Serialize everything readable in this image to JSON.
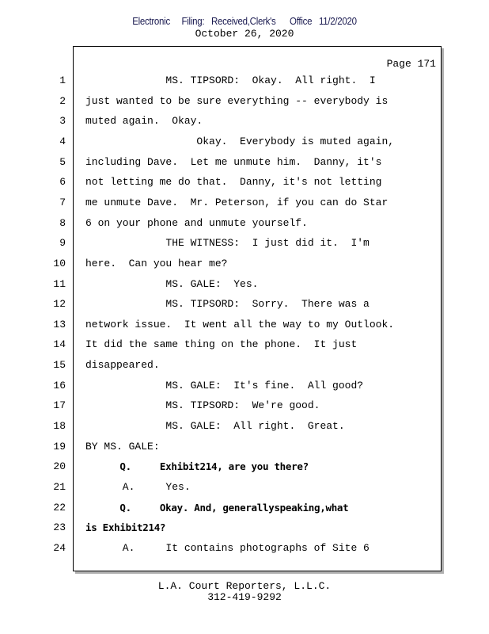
{
  "stamp": "Electronic     Filing:   Received,Clerk's      Office   11/2/2020",
  "date": "October 26, 2020",
  "page_label": "Page 171",
  "lines": [
    {
      "n": "1",
      "t": "             MS. TIPSORD:  Okay.  All right.  I",
      "b": false
    },
    {
      "n": "2",
      "t": "just wanted to be sure everything -- everybody is",
      "b": false
    },
    {
      "n": "3",
      "t": "muted again.  Okay.",
      "b": false
    },
    {
      "n": "4",
      "t": "                  Okay.  Everybody is muted again,",
      "b": false
    },
    {
      "n": "5",
      "t": "including Dave.  Let me unmute him.  Danny, it's",
      "b": false
    },
    {
      "n": "6",
      "t": "not letting me do that.  Danny, it's not letting",
      "b": false
    },
    {
      "n": "7",
      "t": "me unmute Dave.  Mr. Peterson, if you can do Star",
      "b": false
    },
    {
      "n": "8",
      "t": "6 on your phone and unmute yourself.",
      "b": false
    },
    {
      "n": "9",
      "t": "             THE WITNESS:  I just did it.  I'm",
      "b": false
    },
    {
      "n": "10",
      "t": "here.  Can you hear me?",
      "b": false
    },
    {
      "n": "11",
      "t": "             MS. GALE:  Yes.",
      "b": false
    },
    {
      "n": "12",
      "t": "             MS. TIPSORD:  Sorry.  There was a",
      "b": false
    },
    {
      "n": "13",
      "t": "network issue.  It went all the way to my Outlook.",
      "b": false
    },
    {
      "n": "14",
      "t": "It did the same thing on the phone.  It just",
      "b": false
    },
    {
      "n": "15",
      "t": "disappeared.",
      "b": false
    },
    {
      "n": "16",
      "t": "             MS. GALE:  It's fine.  All good?",
      "b": false
    },
    {
      "n": "17",
      "t": "             MS. TIPSORD:  We're good.",
      "b": false
    },
    {
      "n": "18",
      "t": "             MS. GALE:  All right.  Great.",
      "b": false
    },
    {
      "n": "19",
      "t": "BY MS. GALE:",
      "b": false
    },
    {
      "n": "20",
      "t": "      Q.     Exhibit214, are you there?",
      "b": true
    },
    {
      "n": "21",
      "t": "      A.     Yes.",
      "b": false
    },
    {
      "n": "22",
      "t": "      Q.     Okay. And, generallyspeaking,what",
      "b": true
    },
    {
      "n": "23",
      "t": "is Exhibit214?",
      "b": true
    },
    {
      "n": "24",
      "t": "      A.     It contains photographs of Site 6",
      "b": false
    }
  ],
  "footer": {
    "company": "L.A. Court Reporters, L.L.C.",
    "phone": "312-419-9292"
  }
}
